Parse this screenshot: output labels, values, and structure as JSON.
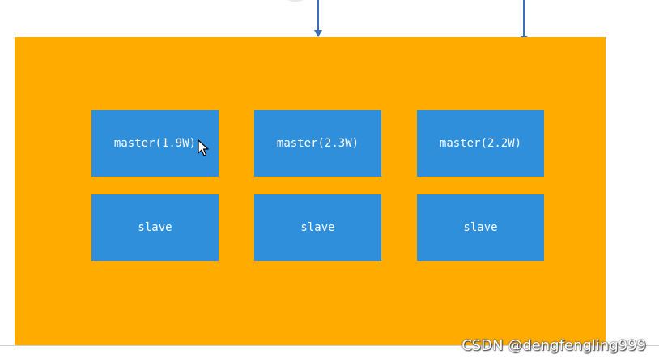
{
  "cluster": {
    "background": "#ffab00",
    "node_color": "#2f8fdb",
    "columns": [
      {
        "master": "master(1.9W)",
        "slave": "slave"
      },
      {
        "master": "master(2.3W)",
        "slave": "slave"
      },
      {
        "master": "master(2.2W)",
        "slave": "slave"
      }
    ]
  },
  "arrows": {
    "color": "#3b6fb5"
  },
  "watermark": "CSDN @dengfengling999"
}
